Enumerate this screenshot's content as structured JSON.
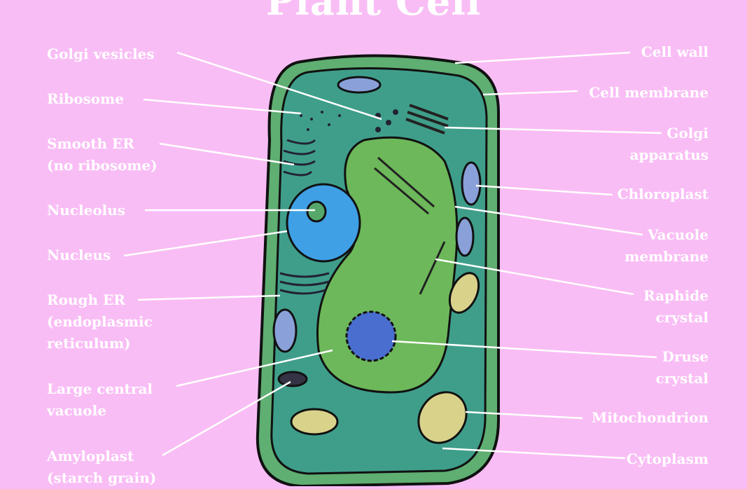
{
  "title": "Plant Cell",
  "left_labels": [
    {
      "lines": [
        "Golgi vesicles"
      ]
    },
    {
      "lines": [
        "Ribosome"
      ]
    },
    {
      "lines": [
        "Smooth ER",
        "(no ribosome)"
      ]
    },
    {
      "lines": [
        "Nucleolus"
      ]
    },
    {
      "lines": [
        "Nucleus"
      ]
    },
    {
      "lines": [
        "Rough ER",
        "(endoplasmic",
        "reticulum)"
      ]
    },
    {
      "lines": [
        "Large central",
        " vacuole"
      ]
    },
    {
      "lines": [
        "Amyloplast",
        "(starch grain)"
      ]
    }
  ],
  "right_labels": [
    {
      "lines": [
        "Cell wall"
      ]
    },
    {
      "lines": [
        "Cell membrane"
      ]
    },
    {
      "lines": [
        "Golgi",
        "apparatus"
      ]
    },
    {
      "lines": [
        "Chloroplast"
      ]
    },
    {
      "lines": [
        "Vacuole",
        "membrane"
      ]
    },
    {
      "lines": [
        "Raphide",
        "crystal"
      ]
    },
    {
      "lines": [
        "Druse",
        "crystal"
      ]
    },
    {
      "lines": [
        "Mitochondrion"
      ]
    },
    {
      "lines": [
        "Cytoplasm"
      ]
    }
  ],
  "colors": {
    "background": "#f9bdf5",
    "cell_wall": "#5fae72",
    "cytoplasm": "#3f9e8a",
    "vacuole": "#6db85a",
    "nucleus": "#3fa0e6"
  }
}
